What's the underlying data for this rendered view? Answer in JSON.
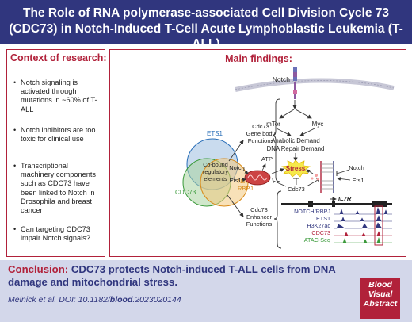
{
  "header": {
    "title": "The Role of RNA polymerase-associated Cell Division Cycle 73 (CDC73) in Notch-Induced T-Cell Acute Lymphoblastic Leukemia (T-ALL)"
  },
  "context": {
    "title": "Context of research:",
    "bullets": [
      "Notch signaling is activated through mutations in ~60% of T-ALL",
      "Notch inhibitors are too toxic for clinical use",
      "Transcriptional machinery components such as CDC73 have been linked to Notch in Drosophila and breast cancer",
      "Can targeting CDC73 impair Notch signals?"
    ]
  },
  "findings": {
    "title": "Main findings:",
    "venn": {
      "ets1": "ETS1",
      "cdc73": "CDC73",
      "notch_rbpj_1": "Notch/",
      "notch_rbpj_2": "RBPJ",
      "center_1": "Co-bound",
      "center_2": "regulatory",
      "center_3": "elements"
    },
    "gene_body": [
      "Cdc73",
      "Gene body",
      "Functions"
    ],
    "enhancer": [
      "Cdc73",
      "Enhancer",
      "Functions"
    ],
    "pathway": {
      "notch": "Notch",
      "mtor": "mTor",
      "myc": "Myc",
      "anabolic": "Anabolic Demand",
      "dna_repair": "DNA Repair Demand",
      "stress": "Stress",
      "atp": "ATP",
      "notch_left": "Notch",
      "ets1_left": "Ets1",
      "cdc73": "Cdc73",
      "notch_right": "Notch",
      "ets1_right": "Ets1"
    },
    "tracks": {
      "gene": "IL7R",
      "labels": [
        "NOTCH/RBPJ",
        "ETS1",
        "H3K27ac",
        "CDC73",
        "ATAC-Seq"
      ]
    }
  },
  "conclusion": {
    "label": "Conclusion:",
    "text": "CDC73 protects Notch-induced T-ALL cells from DNA damage and mitochondrial stress.",
    "citation_prefix": "Melnick et al. DOI: 10.1182/",
    "citation_journal": "blood",
    "citation_suffix": ".2023020144"
  },
  "badge": {
    "line1": "Blood",
    "line2": "Visual",
    "line3": "Abstract"
  },
  "colors": {
    "navy": "#30367e",
    "crimson": "#b1213a",
    "conclusion_bg": "#d3d7ea",
    "ets1": "#2a6fb8",
    "cdc73": "#3a9a3a",
    "notch": "#d88a18"
  }
}
